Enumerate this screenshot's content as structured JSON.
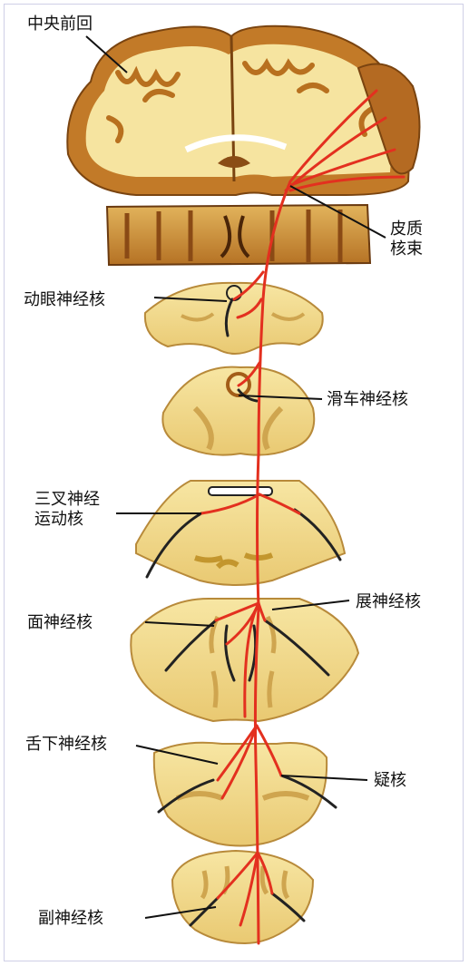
{
  "colors": {
    "tissue": "#f3dc8c",
    "tissue_dark": "#a7641c",
    "cortex": "#c27a28",
    "tract": "#e3301f",
    "nerve": "#222222"
  },
  "labels": {
    "precentral_gyrus": "中央前回",
    "corticonuclear_tract": "皮质\n核束",
    "oculomotor_nucleus": "动眼神经核",
    "trochlear_nucleus": "滑车神经核",
    "trigeminal_motor_nucleus": "三叉神经\n运动核",
    "abducens_nucleus": "展神经核",
    "facial_nucleus": "面神经核",
    "hypoglossal_nucleus": "舌下神经核",
    "nucleus_ambiguus": "疑核",
    "accessory_nucleus": "副神经核"
  }
}
